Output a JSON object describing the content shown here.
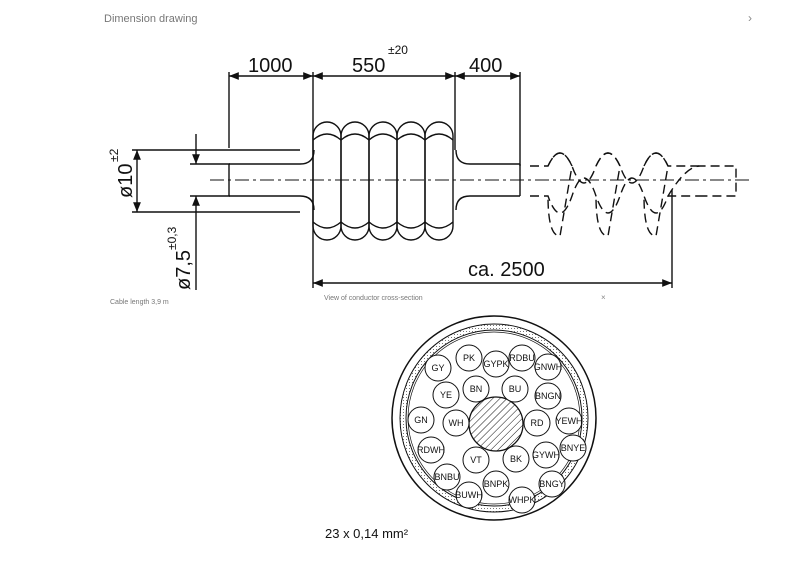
{
  "header": {
    "title": "Dimension drawing",
    "close_glyph": "›"
  },
  "drawing": {
    "dim_1000": "1000",
    "dim_550": "550",
    "dim_550_tol": "±20",
    "dim_400": "400",
    "dia_outer": "ø10",
    "dia_outer_tol": "±2",
    "dia_inner": "ø7,5",
    "dia_inner_tol": "±0,3",
    "total_length": "ca. 2500",
    "cable_length": "Cable length 3,9 m"
  },
  "cross_section": {
    "title": "View of conductor cross-section",
    "close_glyph": "×",
    "gauge": "23 x 0,14 mm²",
    "wires": [
      "GY",
      "PK",
      "GYPK",
      "RDBU",
      "GNWH",
      "YE",
      "BN",
      "BU",
      "BNGN",
      "GN",
      "WH",
      "RD",
      "YEWH",
      "RDWH",
      "BNYE",
      "VT",
      "BK",
      "GYWH",
      "BNBU",
      "BNPK",
      "BNGY",
      "BUWH",
      "WHPK"
    ]
  }
}
